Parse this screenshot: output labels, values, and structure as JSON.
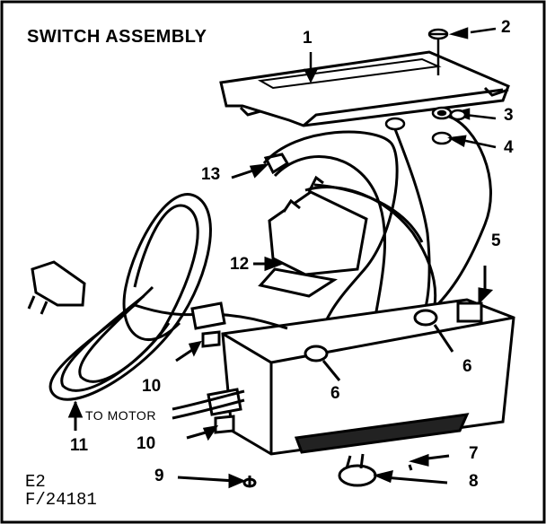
{
  "title": "SWITCH ASSEMBLY",
  "callouts": {
    "c1": "1",
    "c2": "2",
    "c3": "3",
    "c4": "4",
    "c5": "5",
    "c6a": "6",
    "c6b": "6",
    "c7": "7",
    "c8": "8",
    "c9": "9",
    "c10a": "10",
    "c10b": "10",
    "c11": "11",
    "c12": "12",
    "c13": "13"
  },
  "to_motor": "TO MOTOR",
  "code_line1": "E2",
  "code_line2": "F/24181"
}
